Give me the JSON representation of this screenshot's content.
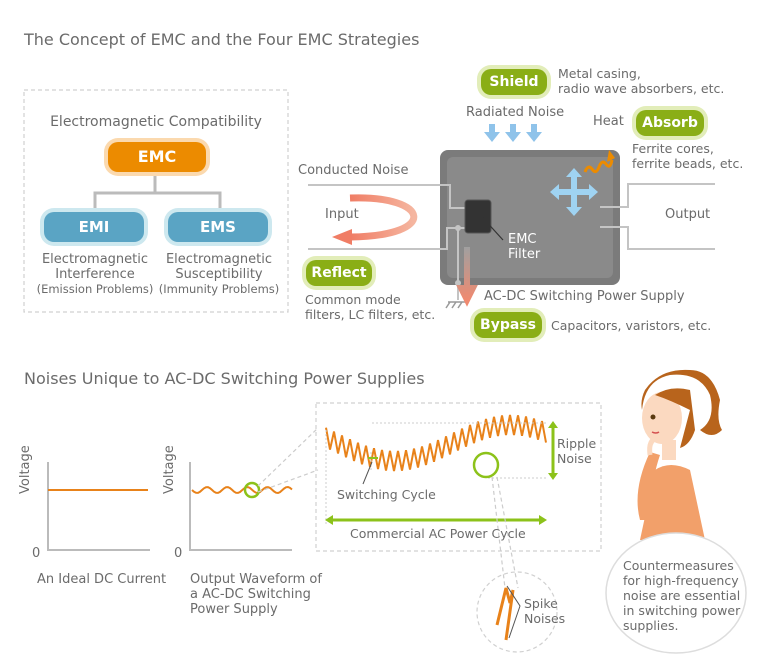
{
  "section1": {
    "title": "The Concept of EMC and the Four EMC Strategies",
    "emc_box": {
      "heading": "Electromagnetic Compatibility",
      "emc_label": "EMC",
      "emi": {
        "label": "EMI",
        "line1": "Electromagnetic",
        "line2": "Interference",
        "line3": "(Emission Problems)"
      },
      "ems": {
        "label": "EMS",
        "line1": "Electromagnetic",
        "line2": "Susceptibility",
        "line3": "(Immunity Problems)"
      }
    },
    "strategies": {
      "shield": {
        "label": "Shield",
        "desc1": "Metal casing,",
        "desc2": "radio wave absorbers, etc."
      },
      "absorb": {
        "label": "Absorb",
        "desc1": "Ferrite cores,",
        "desc2": "ferrite beads, etc."
      },
      "reflect": {
        "label": "Reflect",
        "desc1": "Common mode",
        "desc2": "filters, LC filters, etc."
      },
      "bypass": {
        "label": "Bypass",
        "desc": "Capacitors, varistors, etc."
      }
    },
    "labels": {
      "radiated_noise": "Radiated Noise",
      "heat": "Heat",
      "conducted_noise": "Conducted Noise",
      "input": "Input",
      "output": "Output",
      "filter_line1": "EMC",
      "filter_line2": "Filter",
      "power_supply": "AC-DC Switching Power Supply"
    }
  },
  "section2": {
    "title": "Noises Unique to AC-DC Switching Power Supplies",
    "ideal": {
      "ylabel": "Voltage",
      "zero": "0",
      "caption": "An Ideal DC Current"
    },
    "output": {
      "ylabel": "Voltage",
      "zero": "0",
      "caption1": "Output Waveform of",
      "caption2": "a AC-DC Switching",
      "caption3": "Power Supply"
    },
    "zoom": {
      "ripple1": "Ripple",
      "ripple2": "Noise",
      "switching": "Switching Cycle",
      "ac_cycle": "Commercial AC Power Cycle"
    },
    "spike": {
      "line1": "Spike",
      "line2": "Noises"
    },
    "bubble": {
      "line1": "Countermeasures",
      "line2": "for high-frequency",
      "line3": "noise are essential",
      "line4": "in switching power",
      "line5": "supplies."
    }
  },
  "colors": {
    "orange": "#ec8b00",
    "blue": "#5aa4c4",
    "green": "#8aae16",
    "box_gray": "#7a7a7a",
    "wave": "#e8821a",
    "salmon": "#f0a08a"
  }
}
